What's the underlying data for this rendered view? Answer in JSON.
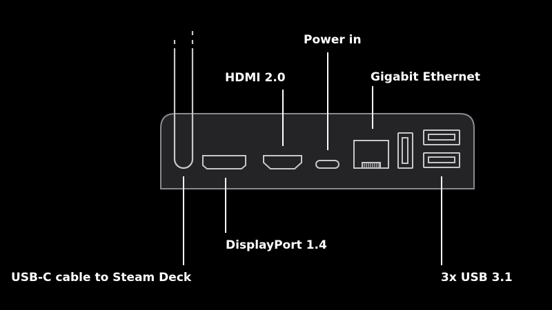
{
  "labels": {
    "power_in": "Power in",
    "hdmi": "HDMI 2.0",
    "gigabit_ethernet": "Gigabit Ethernet",
    "displayport": "DisplayPort 1.4",
    "usb_c_cable": "USB-C cable to Steam Deck",
    "usb_3": "3x USB 3.1"
  },
  "colors": {
    "background": "#000000",
    "outline": "#c8c8c8",
    "dock_fill": "#242427",
    "dock_outline": "#8a8a8e",
    "leader_line": "#ffffff",
    "label_text": "#ffffff"
  }
}
